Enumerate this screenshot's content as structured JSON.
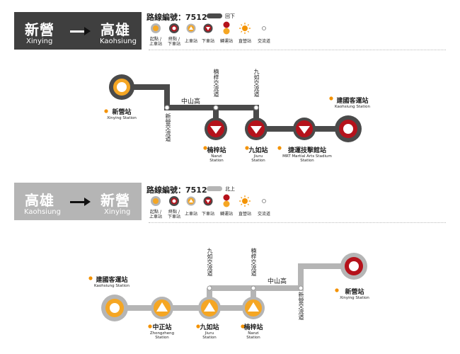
{
  "top": {
    "from_zh": "新營",
    "from_en": "Xinying",
    "to_zh": "高雄",
    "to_en": "Kaohsiung",
    "route_no": "路線編號：7512",
    "direction": "回下",
    "road_label": "中山高",
    "interchange1": "新營交流道",
    "interchange2": "楠梓交流道",
    "interchange3": "九如交流道",
    "s_start_zh": "新營站",
    "s_start_en": "Xinying Station",
    "s_nanzi_zh": "楠梓站",
    "s_nanzi_en1": "Nanzi",
    "s_nanzi_en2": "Station",
    "s_jiuru_zh": "九如站",
    "s_jiuru_en1": "Jiuru",
    "s_jiuru_en2": "Station",
    "s_mrt_zh": "捷運技擊館站",
    "s_mrt_en1": "MRT Martial Arts Stadium",
    "s_mrt_en2": "Station",
    "s_end_zh": "建國客運站",
    "s_end_en": "Kaohsiung Station"
  },
  "bottom": {
    "from_zh": "高雄",
    "from_en": "Kaohsiung",
    "to_zh": "新營",
    "to_en": "Xinying",
    "route_no": "路線編號：7512",
    "direction": "北上",
    "road_label": "中山高",
    "interchange1": "九如交流道",
    "interchange2": "楠梓交流道",
    "interchange3": "新營交流道",
    "s_start_zh": "建國客運站",
    "s_start_en": "Kaohsiung Station",
    "s_zheng_zh": "中正站",
    "s_zheng_en1": "Zhongzheng",
    "s_zheng_en2": "Station",
    "s_jiuru_zh": "九如站",
    "s_jiuru_en1": "Jiuru",
    "s_jiuru_en2": "Station",
    "s_nanzi_zh": "楠梓站",
    "s_nanzi_en1": "Nanzi",
    "s_nanzi_en2": "Station",
    "s_end_zh": "新營站",
    "s_end_en": "Xinying Station"
  },
  "legend": {
    "start_l1": "起點 /",
    "start_l2": "上車站",
    "end_l1": "終點 /",
    "end_l2": "下車站",
    "board": "上車站",
    "alight": "下車站",
    "transfer": "轉運站",
    "direct": "直營站",
    "interchange": "交流道"
  },
  "colors": {
    "dark_line": "#4a4a4a",
    "light_line": "#b5b5b5",
    "orange": "#f5a623",
    "red": "#b5121b",
    "sun": "#f39200"
  }
}
